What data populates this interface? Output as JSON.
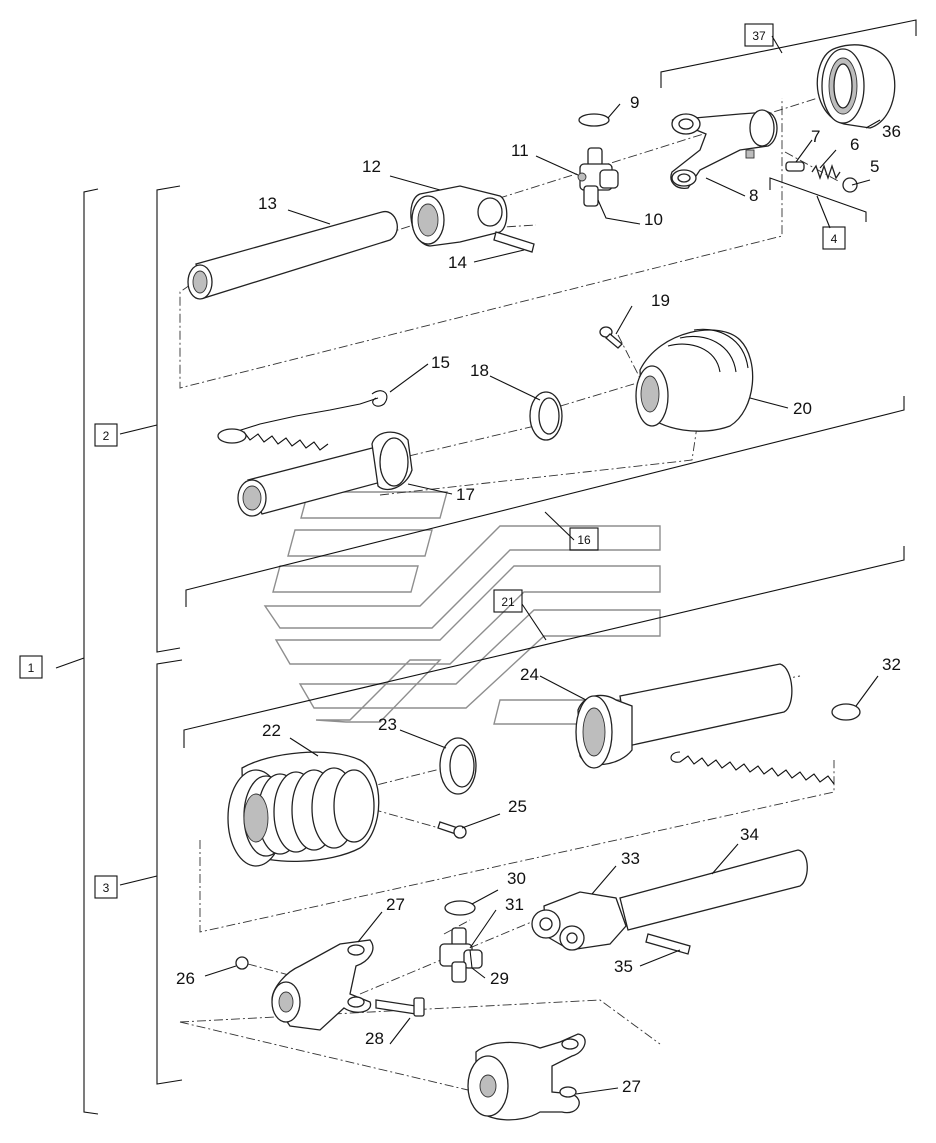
{
  "diagram": {
    "assembly_boxes": [
      {
        "id": "1",
        "label": "1"
      },
      {
        "id": "2",
        "label": "2"
      },
      {
        "id": "3",
        "label": "3"
      },
      {
        "id": "4",
        "label": "4"
      },
      {
        "id": "16",
        "label": "16"
      },
      {
        "id": "21",
        "label": "21"
      },
      {
        "id": "37",
        "label": "37"
      }
    ],
    "callouts": [
      {
        "id": "5",
        "label": "5"
      },
      {
        "id": "6",
        "label": "6"
      },
      {
        "id": "7",
        "label": "7"
      },
      {
        "id": "8",
        "label": "8"
      },
      {
        "id": "9",
        "label": "9"
      },
      {
        "id": "10",
        "label": "10"
      },
      {
        "id": "11",
        "label": "11"
      },
      {
        "id": "12",
        "label": "12"
      },
      {
        "id": "13",
        "label": "13"
      },
      {
        "id": "14",
        "label": "14"
      },
      {
        "id": "15",
        "label": "15"
      },
      {
        "id": "17",
        "label": "17"
      },
      {
        "id": "18",
        "label": "18"
      },
      {
        "id": "19",
        "label": "19"
      },
      {
        "id": "20",
        "label": "20"
      },
      {
        "id": "22",
        "label": "22"
      },
      {
        "id": "23",
        "label": "23"
      },
      {
        "id": "24",
        "label": "24"
      },
      {
        "id": "25",
        "label": "25"
      },
      {
        "id": "26",
        "label": "26"
      },
      {
        "id": "27a",
        "label": "27"
      },
      {
        "id": "27b",
        "label": "27"
      },
      {
        "id": "28",
        "label": "28"
      },
      {
        "id": "29",
        "label": "29"
      },
      {
        "id": "30",
        "label": "30"
      },
      {
        "id": "31",
        "label": "31"
      },
      {
        "id": "32",
        "label": "32"
      },
      {
        "id": "33",
        "label": "33"
      },
      {
        "id": "34",
        "label": "34"
      },
      {
        "id": "35",
        "label": "35"
      },
      {
        "id": "36",
        "label": "36"
      }
    ]
  }
}
